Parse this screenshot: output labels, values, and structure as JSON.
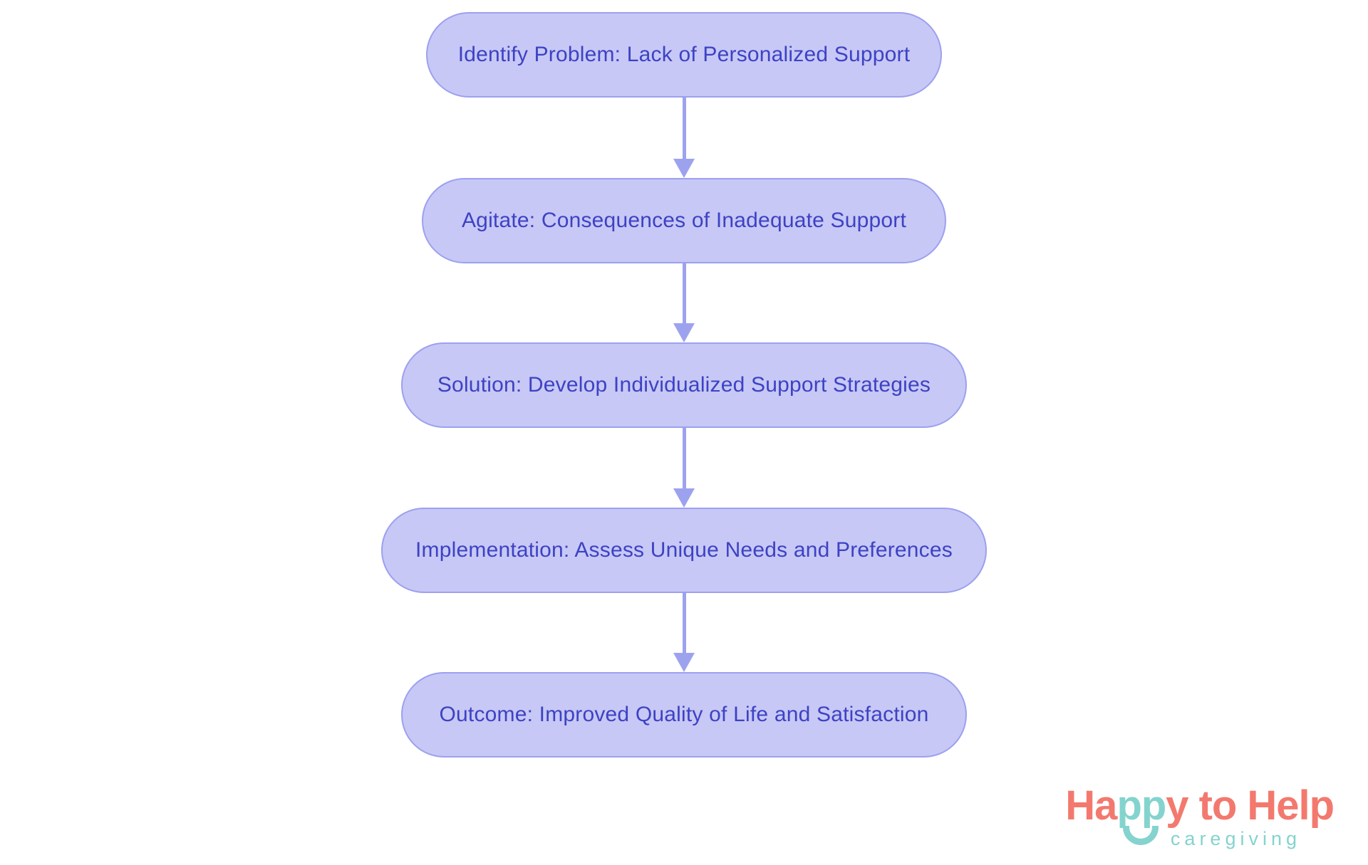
{
  "flowchart": {
    "type": "vertical-flow",
    "steps": [
      {
        "label": "Identify Problem: Lack of Personalized Support"
      },
      {
        "label": "Agitate: Consequences of Inadequate Support"
      },
      {
        "label": "Solution: Develop Individualized Support Strategies"
      },
      {
        "label": "Implementation: Assess Unique Needs and Preferences"
      },
      {
        "label": "Outcome: Improved Quality of Life and Satisfaction"
      }
    ],
    "connections": [
      {
        "from": 0,
        "to": 1
      },
      {
        "from": 1,
        "to": 2
      },
      {
        "from": 2,
        "to": 3
      },
      {
        "from": 3,
        "to": 4
      }
    ],
    "colors": {
      "node_fill": "#c7c8f5",
      "node_border": "#9da0ef",
      "node_text": "#3d42c4",
      "arrow": "#9da2ef"
    }
  },
  "logo": {
    "part_ha": "Ha",
    "part_pp": "pp",
    "part_y": "y",
    "part_to": "to",
    "part_help": "Help",
    "subtitle": "caregiving",
    "colors": {
      "coral": "#f3796e",
      "teal": "#84d3ce"
    }
  }
}
